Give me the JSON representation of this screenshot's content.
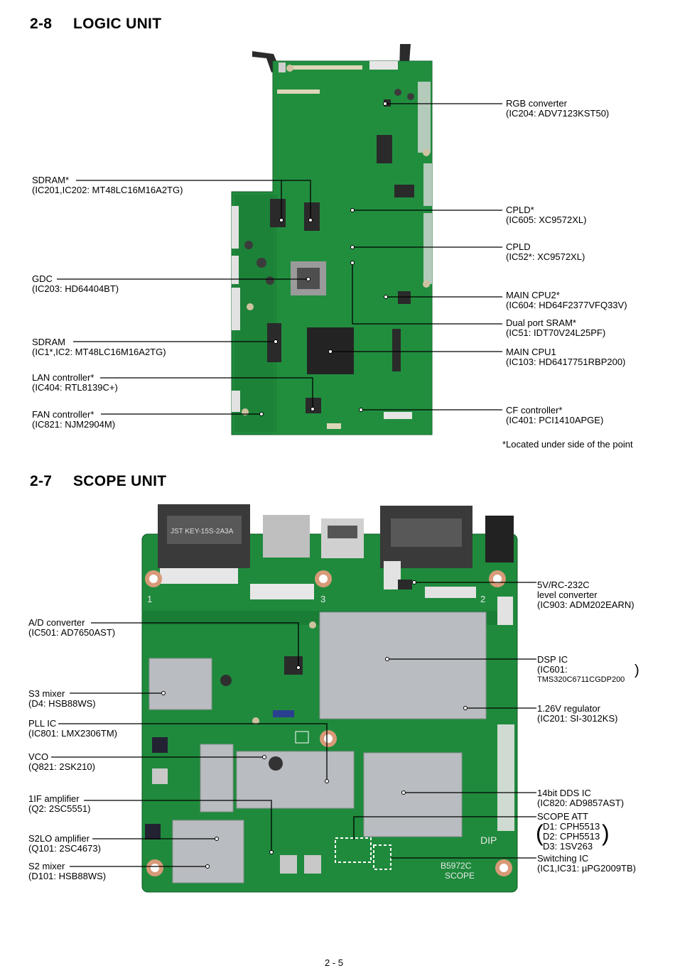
{
  "logic": {
    "number": "2-8",
    "title": "LOGIC UNIT",
    "labels": {
      "rgb": {
        "l1": "RGB converter",
        "l2": "(IC204: ADV7123KST50)"
      },
      "sdram_top": {
        "l1": "SDRAM*",
        "l2": "(IC201,IC202: MT48LC16M16A2TG)"
      },
      "cpld605": {
        "l1": "CPLD*",
        "l2": "(IC605: XC9572XL)"
      },
      "cpld52": {
        "l1": "CPLD",
        "l2": "(IC52*: XC9572XL)"
      },
      "gdc": {
        "l1": "GDC",
        "l2": "(IC203: HD64404BT)"
      },
      "cpu2": {
        "l1": "MAIN CPU2*",
        "l2": "(IC604: HD64F2377VFQ33V)"
      },
      "dpsram": {
        "l1": "Dual port SRAM*",
        "l2": "(IC51: IDT70V24L25PF)"
      },
      "sdram_bot": {
        "l1": "SDRAM",
        "l2": "(IC1*,IC2: MT48LC16M16A2TG)"
      },
      "cpu1": {
        "l1": "MAIN CPU1",
        "l2": "(IC103: HD6417751RBP200)"
      },
      "lan": {
        "l1": "LAN controller*",
        "l2": "(IC404: RTL8139C+)"
      },
      "cf": {
        "l1": "CF controller*",
        "l2": "(IC401: PCI1410APGE)"
      },
      "fan": {
        "l1": "FAN controller*",
        "l2": "(IC821: NJM2904M)"
      }
    },
    "note": "*Located under side of the point"
  },
  "scope": {
    "number": "2-7",
    "title": "SCOPE UNIT",
    "labels": {
      "lvconv": {
        "l1": "5V/RC-232C",
        "l2": "level converter",
        "l3": "(IC903: ADM202EARN)"
      },
      "adc": {
        "l1": "A/D converter",
        "l2": "(IC501: AD7650AST)"
      },
      "dsp": {
        "l1": "DSP IC",
        "l2": "(IC601:",
        "l3": "TMS320C6711CGDP200"
      },
      "s3mixer": {
        "l1": "S3 mixer",
        "l2": "(D4: HSB88WS)"
      },
      "reg": {
        "l1": "1.26V regulator",
        "l2": "(IC201: SI-3012KS)"
      },
      "pll": {
        "l1": "PLL IC",
        "l2": "(IC801: LMX2306TM)"
      },
      "vco": {
        "l1": "VCO",
        "l2": "(Q821: 2SK210)"
      },
      "dds": {
        "l1": "14bit DDS IC",
        "l2": "(IC820: AD9857AST)"
      },
      "if1": {
        "l1": "1IF amplifier",
        "l2": "(Q2: 2SC5551)"
      },
      "att": {
        "l1": "SCOPE ATT",
        "d1": "D1: CPH5513",
        "d2": "D2: CPH5513",
        "d3": "D3: 1SV263"
      },
      "s2lo": {
        "l1": "S2LO amplifier",
        "l2": "(Q101: 2SC4673)"
      },
      "s2mixer": {
        "l1": "S2 mixer",
        "l2": "(D101: HSB88WS)"
      },
      "switching": {
        "l1": "Switching IC",
        "l2": "(IC1,IC31: µPG2009TB)"
      }
    },
    "board_text": {
      "jst": "JST KEY-15S-2A3A",
      "model": "B5972C",
      "model2": "SCOPE",
      "dip": "DIP",
      "m1": "1",
      "m2": "2",
      "m3": "3"
    }
  },
  "page": "2 - 5",
  "colors": {
    "pcb": "#1f8a3c",
    "pcb_dark": "#146b2b",
    "shield": "#b9bcc0",
    "chip": "#2a2a2a"
  }
}
